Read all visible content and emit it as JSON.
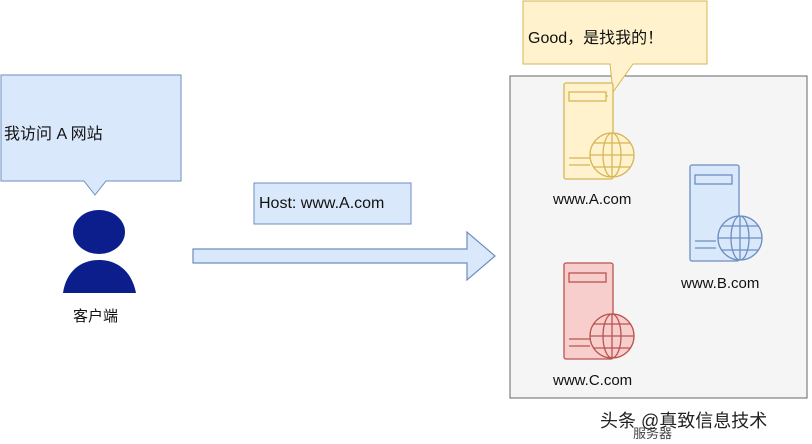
{
  "client": {
    "speech": "我访问 A 网站",
    "label": "客户端"
  },
  "request": {
    "label": "Host: www.A.com"
  },
  "servers": [
    {
      "label": "www.A.com",
      "color": "#fff2cc",
      "stroke": "#d6b656"
    },
    {
      "label": "www.B.com",
      "color": "#dae8fc",
      "stroke": "#6c8ebf"
    },
    {
      "label": "www.C.com",
      "color": "#f8cecc",
      "stroke": "#b85450"
    }
  ],
  "server_speech": "Good，是找我的！",
  "group_label": "服务器",
  "watermark": "头条 @真致信息技术",
  "colors": {
    "client_bubble_fill": "#dae8fc",
    "client_bubble_stroke": "#6c8ebf",
    "person": "#0b1e8c",
    "group_fill": "#f5f5f5",
    "group_stroke": "#666666"
  }
}
